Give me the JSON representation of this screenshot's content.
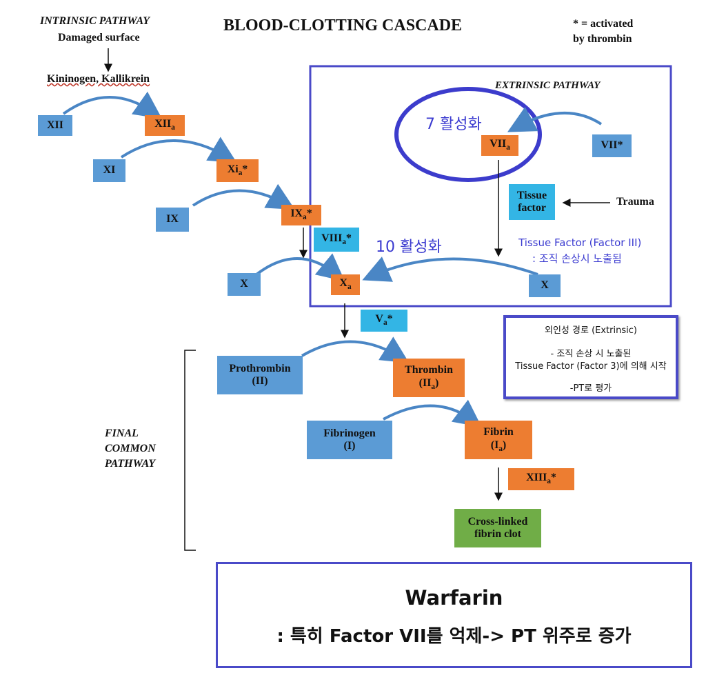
{
  "title": "BLOOD-CLOTTING CASCADE",
  "legend_note": [
    "* = activated",
    "by thrombin"
  ],
  "intrinsic": {
    "label": "INTRINSIC PATHWAY",
    "start": "Damaged surface",
    "kininogen": "Kininogen, Kallikrein"
  },
  "extrinsic": {
    "label": "EXTRINSIC PATHWAY",
    "trauma": "Trauma",
    "tissue_factor": [
      "Tissue",
      "factor"
    ]
  },
  "factors": {
    "xii": "XII",
    "xiia": "XII",
    "xi": "XI",
    "xia": "Xi",
    "ix": "IX",
    "ixa": "IX",
    "viiia": "VIII",
    "x_left": "X",
    "xa": "X",
    "x_right": "X",
    "viia": "VII",
    "vii": "VII*",
    "va": "V",
    "prothrombin": [
      "Prothrombin",
      "(II)"
    ],
    "thrombin": [
      "Thrombin",
      "(II"
    ],
    "fibrinogen": [
      "Fibrinogen",
      "(I)"
    ],
    "fibrin": [
      "Fibrin",
      "(I"
    ],
    "xiiia": "XIII",
    "clot": [
      "Cross-linked",
      "fibrin clot"
    ]
  },
  "subscript": "a",
  "star": "*",
  "close_paren": ")",
  "final_pathway": [
    "FINAL",
    "COMMON",
    "PATHWAY"
  ],
  "annotations": {
    "seven_act": "7 활성화",
    "ten_act": "10 활성화",
    "tf_line1": "Tissue Factor (Factor III)",
    "tf_line2": ": 조직 손상시 노출됨"
  },
  "info_box": {
    "line1": "외인성 경로 (Extrinsic)",
    "line2": "- 조직 손상 시 노출된",
    "line3": "Tissue Factor (Factor 3)에 의해 시작",
    "line4": "-PT로 평가"
  },
  "warfarin_box": {
    "title": "Warfarin",
    "text": ": 특히 Factor VII를 억제-> PT 위주로 증가"
  },
  "colors": {
    "blue_box": "#5b9bd5",
    "orange_box": "#ed7d31",
    "cyan_box": "#33b5e5",
    "green_box": "#70ad47",
    "frame": "#4a4ac8",
    "circle": "#3c3ccc",
    "annotation_text": "#3b3bd0"
  }
}
